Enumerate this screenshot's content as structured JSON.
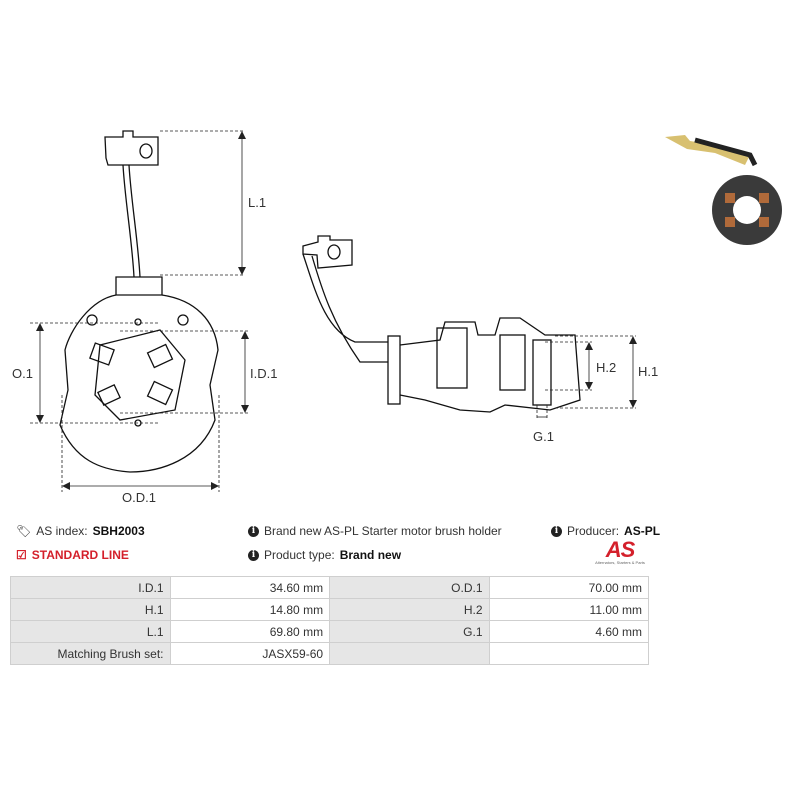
{
  "drawing": {
    "labels": {
      "l1": "L.1",
      "o1": "O.1",
      "id1": "I.D.1",
      "od1": "O.D.1",
      "h1": "H.1",
      "h2": "H.2",
      "g1": "G.1"
    }
  },
  "info": {
    "as_index_label": "AS index:",
    "as_index_value": "SBH2003",
    "line": "STANDARD LINE",
    "description": "Brand new AS-PL Starter motor brush holder",
    "product_type_label": "Product type:",
    "product_type_value": "Brand new",
    "producer_label": "Producer:",
    "producer_value": "AS-PL",
    "logo_text": "AS",
    "logo_tagline": "Alternators, Starters & Parts"
  },
  "specs": {
    "rows": [
      {
        "k1": "I.D.1",
        "v1": "34.60 mm",
        "k2": "O.D.1",
        "v2": "70.00 mm"
      },
      {
        "k1": "H.1",
        "v1": "14.80 mm",
        "k2": "H.2",
        "v2": "11.00 mm"
      },
      {
        "k1": "L.1",
        "v1": "69.80 mm",
        "k2": "G.1",
        "v2": "4.60 mm"
      },
      {
        "k1": "Matching Brush set:",
        "v1": "JASX59-60",
        "k2": "",
        "v2": ""
      }
    ]
  },
  "colors": {
    "accent": "#d4202b"
  }
}
